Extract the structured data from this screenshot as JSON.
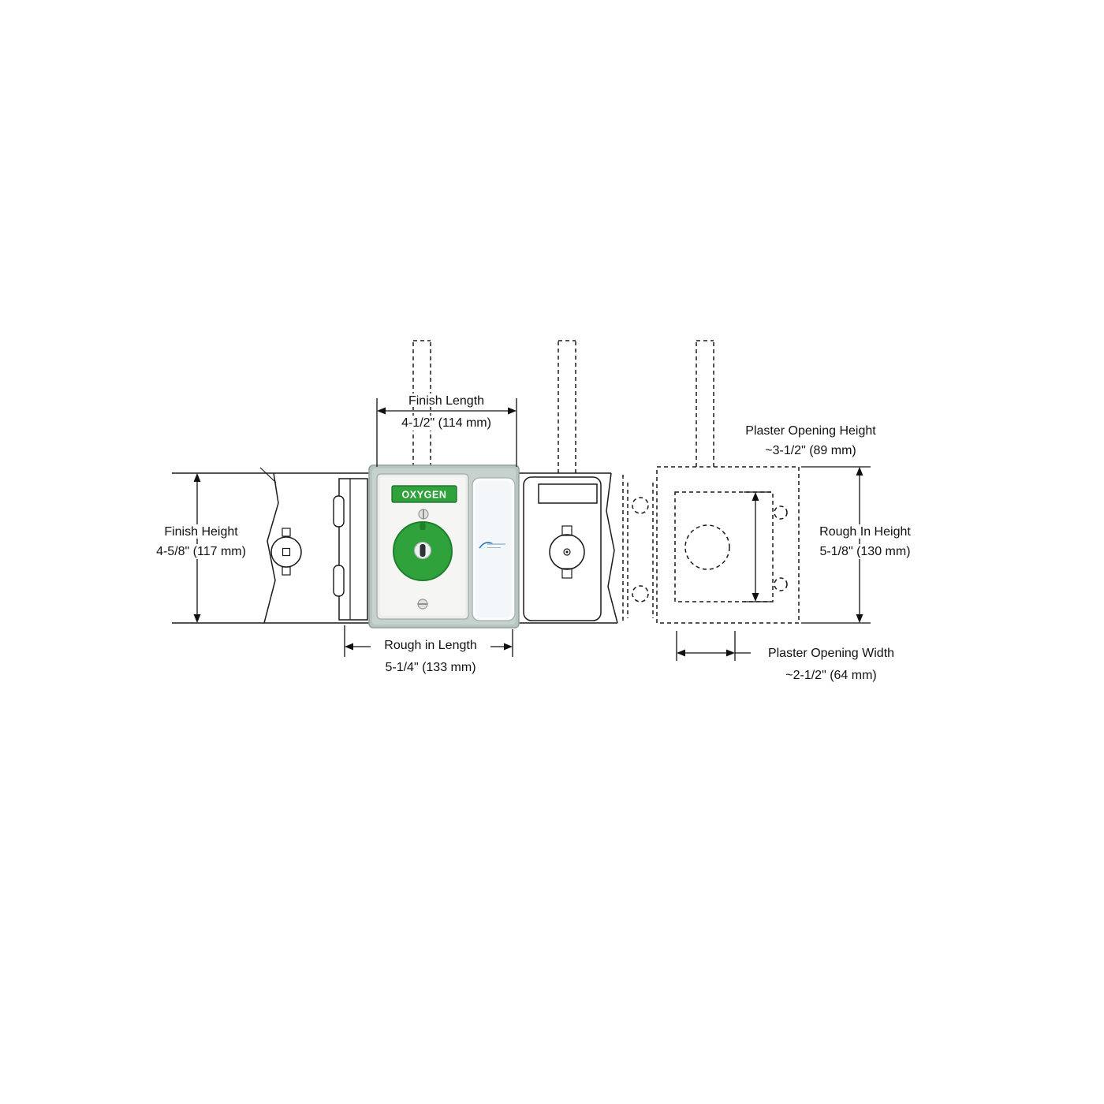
{
  "diagram": {
    "type": "technical-dimension-drawing",
    "subject": "Medical gas oxygen outlet - finish, rough-in and plaster opening dimensions",
    "colors": {
      "line": "#1a1a1a",
      "gas_green": "#2fa23c",
      "gas_green_dark": "#1d7f2a",
      "faceplate": "#ededeb",
      "frame": "#b7c4bf",
      "background": "#ffffff"
    },
    "outlet": {
      "gas_label": "OXYGEN"
    },
    "dimensions": {
      "finish_length": {
        "label": "Finish Length",
        "value": "4-1/2\" (114 mm)"
      },
      "finish_height": {
        "label": "Finish Height",
        "value": "4-5/8\" (117 mm)"
      },
      "rough_in_length": {
        "label": "Rough in Length",
        "value": "5-1/4\" (133 mm)"
      },
      "plaster_opening_height": {
        "label": "Plaster Opening Height",
        "value": "~3-1/2\" (89 mm)"
      },
      "rough_in_height": {
        "label": "Rough In Height",
        "value": "5-1/8\" (130 mm)"
      },
      "plaster_opening_width": {
        "label": "Plaster Opening Width",
        "value": "~2-1/2\" (64 mm)"
      }
    }
  }
}
